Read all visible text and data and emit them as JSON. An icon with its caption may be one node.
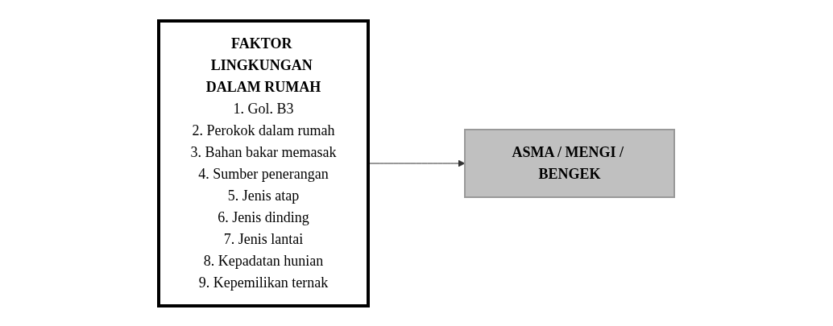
{
  "diagram": {
    "nodes": [
      {
        "text": [
          "FAKTOR LINGKUNGAN DALAM RUMAH",
          "1. Gol. B3",
          "2. Perokok dalam rumah",
          "3. Bahan bakar memasak",
          "4. Sumber penerangan",
          "5. Jenis atap",
          "6. Jenis dinding",
          "7. Jenis lantai",
          "8. Kepadatan hunian",
          "9. Kepemilikan ternak"
        ]
      },
      {
        "text": [
          "ASMA / MENGI / BENGEK"
        ]
      }
    ],
    "edges": [
      {
        "from": 0,
        "to": 1,
        "arrow": "to"
      }
    ]
  }
}
